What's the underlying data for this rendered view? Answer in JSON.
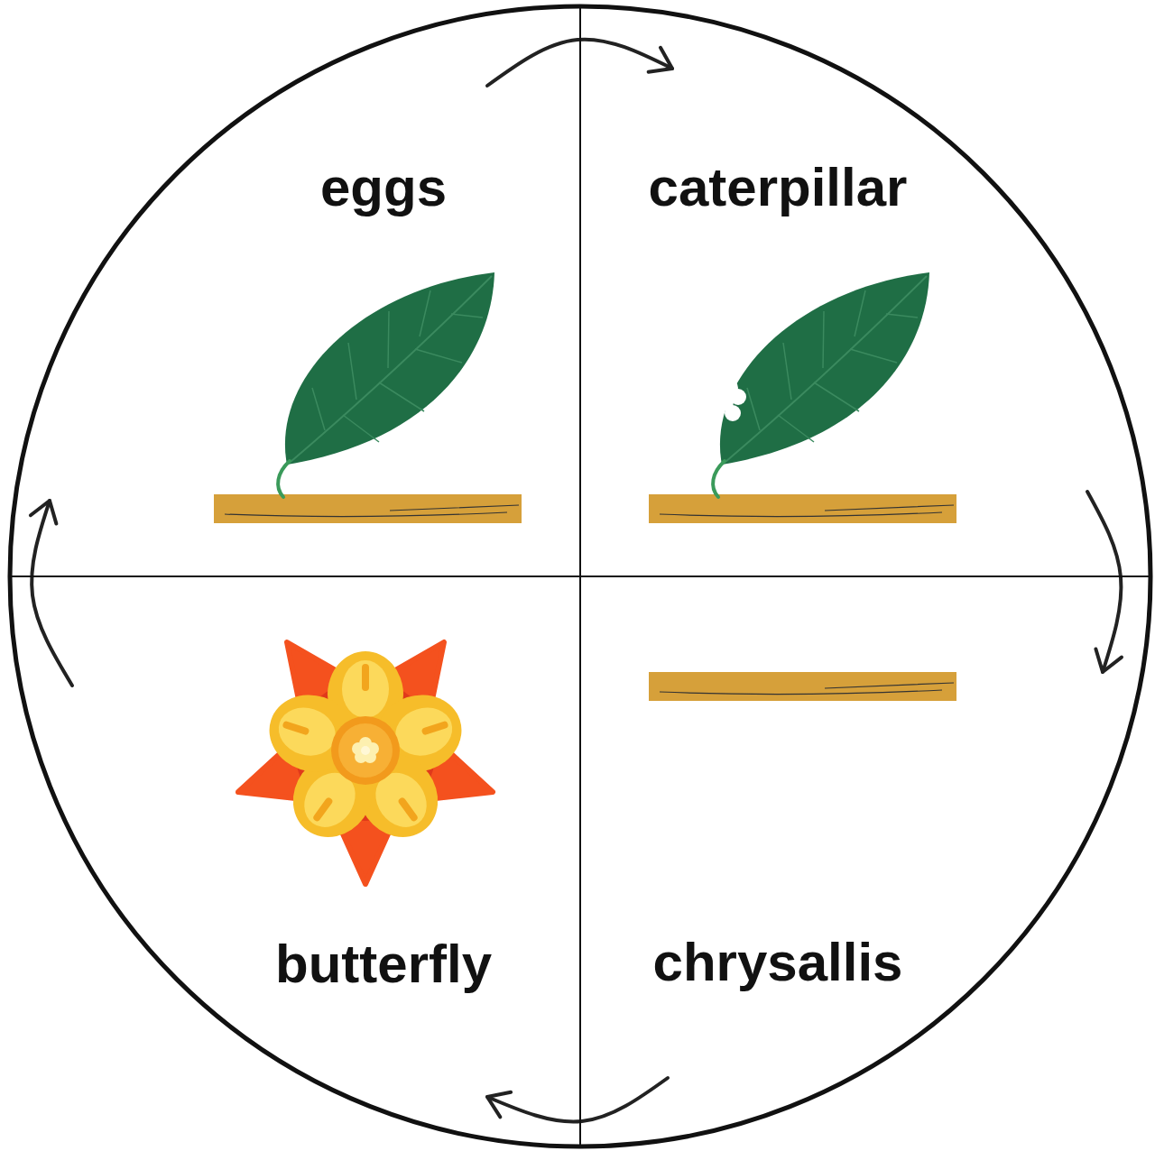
{
  "diagram": {
    "nodes": [
      {
        "text": [
          "eggs"
        ]
      },
      {
        "text": [
          "caterpillar"
        ]
      },
      {
        "text": [
          "butterfly"
        ]
      },
      {
        "text": [
          "chrysallis"
        ]
      }
    ],
    "edges": [
      {
        "from": 0,
        "to": 1,
        "arrow": "to"
      },
      {
        "from": 1,
        "to": 3,
        "arrow": "to"
      },
      {
        "from": 3,
        "to": 2,
        "arrow": "to"
      },
      {
        "from": 2,
        "to": 0,
        "arrow": "to"
      }
    ]
  }
}
